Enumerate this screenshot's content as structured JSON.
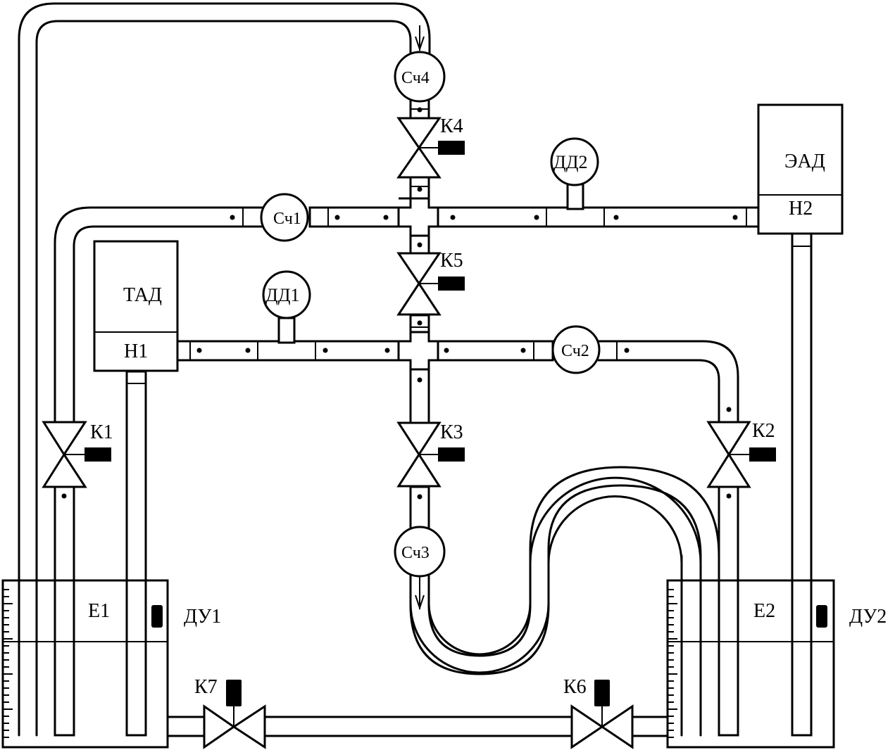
{
  "diagram": {
    "tanks": [
      {
        "id": "E1",
        "label": "Е1",
        "level_sensor": "ДУ1"
      },
      {
        "id": "E2",
        "label": "Е2",
        "level_sensor": "ДУ2"
      }
    ],
    "pumps": [
      {
        "id": "H1",
        "label": "Н1",
        "motor": "ТАД"
      },
      {
        "id": "H2",
        "label": "Н2",
        "motor": "ЭАД"
      }
    ],
    "flow_meters": [
      "Сч1",
      "Сч2",
      "Сч3",
      "Сч4"
    ],
    "pressure_sensors": [
      "ДД1",
      "ДД2"
    ],
    "valves": [
      "К1",
      "К2",
      "К3",
      "К4",
      "К5",
      "К6",
      "К7"
    ]
  }
}
